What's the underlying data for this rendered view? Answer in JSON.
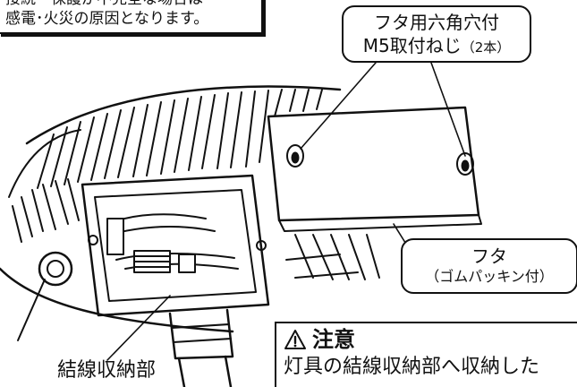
{
  "warning_note": {
    "line1": "接続・保護が不完全な場合は",
    "line2": "感電･火災の原因となります。"
  },
  "callouts": {
    "screw": {
      "line1": "フタ用六角穴付",
      "line2_main": "M5取付ねじ",
      "line2_small": "（2本）"
    },
    "cover": {
      "line1": "フタ",
      "line2": "（ゴムパッキン付）"
    },
    "storage": {
      "label": "結線収納部"
    }
  },
  "caution": {
    "icon": "warning-triangle-icon",
    "heading": "注意",
    "body": "灯具の結線収納部へ収納した"
  }
}
